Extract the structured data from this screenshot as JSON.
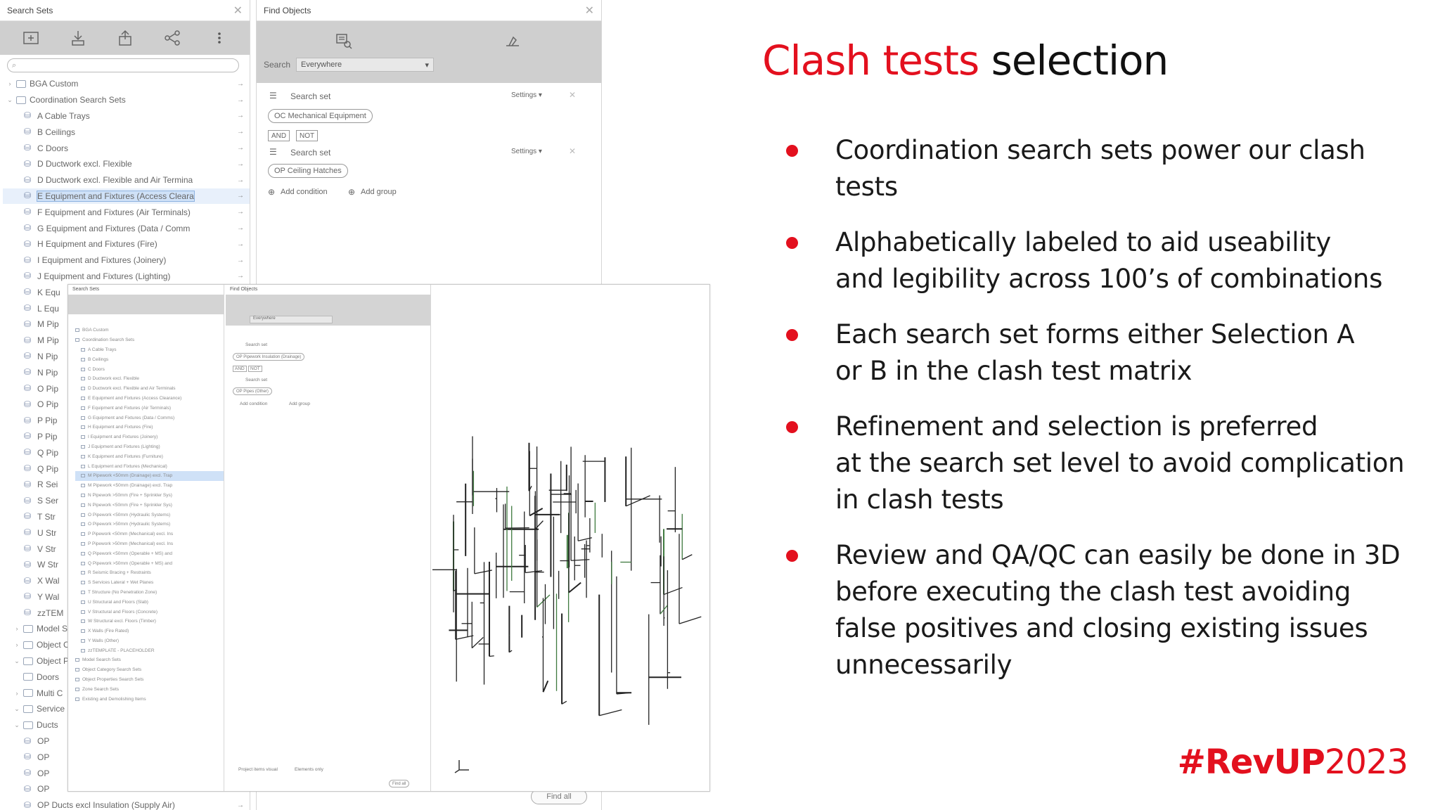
{
  "title": {
    "red": "Clash tests",
    "black": "selection"
  },
  "bullets": [
    "Coordination search sets power our clash\ntests",
    "Alphabetically labeled to aid useability\nand legibility across 100’s of combinations",
    "Each search set forms either Selection A\nor B in the clash test matrix",
    "Refinement and selection is preferred\nat the search set level to avoid complication\nin clash tests",
    "Review and QA/QC can easily be done in 3D\nbefore executing the clash test avoiding\nfalse positives and closing existing issues\nunnecessarily"
  ],
  "hashtag": {
    "bold": "#RevUP",
    "light": "2023"
  },
  "search_sets": {
    "title": "Search Sets",
    "close": "✕",
    "search_placeholder": "",
    "tree": [
      {
        "label": "BGA Custom",
        "type": "folder",
        "chev": "›"
      },
      {
        "label": "Coordination Search Sets",
        "type": "folder",
        "chev": "⌄"
      },
      {
        "label": "A Cable Trays",
        "type": "set"
      },
      {
        "label": "B Ceilings",
        "type": "set"
      },
      {
        "label": "C Doors",
        "type": "set"
      },
      {
        "label": "D Ductwork excl. Flexible",
        "type": "set"
      },
      {
        "label": "D Ductwork excl. Flexible and Air Termina",
        "type": "set"
      },
      {
        "label": "E Equipment and Fixtures (Access Cleara",
        "type": "set",
        "selected": true
      },
      {
        "label": "F Equipment and Fixtures (Air Terminals)",
        "type": "set"
      },
      {
        "label": "G Equipment and Fixtures (Data / Comm",
        "type": "set"
      },
      {
        "label": "H Equipment and Fixtures (Fire)",
        "type": "set"
      },
      {
        "label": "I Equipment and Fixtures (Joinery)",
        "type": "set"
      },
      {
        "label": "J Equipment and Fixtures (Lighting)",
        "type": "set"
      },
      {
        "label": "K Equ",
        "type": "set"
      },
      {
        "label": "L Equ",
        "type": "set"
      },
      {
        "label": "M Pip",
        "type": "set"
      },
      {
        "label": "M Pip",
        "type": "set"
      },
      {
        "label": "N Pip",
        "type": "set"
      },
      {
        "label": "N Pip",
        "type": "set"
      },
      {
        "label": "O Pip",
        "type": "set"
      },
      {
        "label": "O Pip",
        "type": "set"
      },
      {
        "label": "P Pip",
        "type": "set"
      },
      {
        "label": "P Pip",
        "type": "set"
      },
      {
        "label": "Q Pip",
        "type": "set"
      },
      {
        "label": "Q Pip",
        "type": "set"
      },
      {
        "label": "R Sei",
        "type": "set"
      },
      {
        "label": "S Ser",
        "type": "set"
      },
      {
        "label": "T Str",
        "type": "set"
      },
      {
        "label": "U Str",
        "type": "set"
      },
      {
        "label": "V Str",
        "type": "set"
      },
      {
        "label": "W Str",
        "type": "set"
      },
      {
        "label": "X Wal",
        "type": "set"
      },
      {
        "label": "Y Wal",
        "type": "set"
      },
      {
        "label": "zzTEM",
        "type": "set"
      },
      {
        "label": "Model S",
        "type": "folder",
        "chev": "›"
      },
      {
        "label": "Object C",
        "type": "folder",
        "chev": "›"
      },
      {
        "label": "Object P",
        "type": "folder",
        "chev": "⌄"
      },
      {
        "label": "Doors",
        "type": "folder"
      },
      {
        "label": "Multi C",
        "type": "folder",
        "chev": "›"
      },
      {
        "label": "Service",
        "type": "folder",
        "chev": "⌄"
      },
      {
        "label": "Ducts",
        "type": "folder",
        "chev": "⌄"
      },
      {
        "label": "OP",
        "type": "set"
      },
      {
        "label": "OP",
        "type": "set"
      },
      {
        "label": "OP",
        "type": "set"
      },
      {
        "label": "OP",
        "type": "set"
      },
      {
        "label": "OP Ducts excl Insulation (Supply Air)",
        "type": "set"
      }
    ]
  },
  "find_objects": {
    "title": "Find Objects",
    "close": "✕",
    "search_label": "Search",
    "search_value": "Everywhere",
    "cond1_label": "Search set",
    "cond1_pill": "OC Mechanical Equipment",
    "settings": "Settings ▾",
    "and": "AND",
    "not": "NOT",
    "cond2_label": "Search set",
    "cond2_pill": "OP Ceiling Hatches",
    "add_condition": "Add condition",
    "add_group": "Add group",
    "find_all": "Find all"
  },
  "inset": {
    "ss_title": "Search Sets",
    "fo_title": "Find Objects",
    "search_value": "Everywhere",
    "rows": [
      "BGA Custom",
      "Coordination Search Sets",
      "A Cable Trays",
      "B Ceilings",
      "C Doors",
      "D Ductwork excl. Flexible",
      "D Ductwork excl. Flexible and Air Terminals",
      "E Equipment and Fixtures (Access Clearance)",
      "F Equipment and Fixtures (Air Terminals)",
      "G Equipment and Fixtures (Data / Comms)",
      "H Equipment and Fixtures (Fire)",
      "I Equipment and Fixtures (Joinery)",
      "J Equipment and Fixtures (Lighting)",
      "K Equipment and Fixtures (Furniture)",
      "L Equipment and Fixtures (Mechanical)",
      "M Pipework <50mm (Drainage) excl. Trap",
      "M Pipework <50mm (Drainage) excl. Trap",
      "N Pipework >50mm (Fire + Sprinkler Sys)",
      "N Pipework <50mm (Fire + Sprinkler Sys)",
      "O Pipework <50mm (Hydraulic Systems)",
      "O Pipework >50mm (Hydraulic Systems)",
      "P Pipework <50mm (Mechanical) excl. Ins",
      "P Pipework >50mm (Mechanical) excl. Ins",
      "Q Pipework <50mm (Operable + MS) and",
      "Q Pipework >50mm (Operable + MS) and",
      "R Seismic Bracing + Restraints",
      "S Services Lateral + Wet Planes",
      "T Structure (No Penetration Zone)",
      "U Structural and Floors (Slab)",
      "V Structural and Floors (Concrete)",
      "W Structural excl. Floors (Timber)",
      "X Walls (Fire Rated)",
      "Y Walls (Other)",
      "zzTEMPLATE - PLACEHOLDER",
      "Model Search Sets",
      "Object Category Search Sets",
      "Object Properties Search Sets",
      "Zone Search Sets",
      "Existing and Demolishing Items"
    ],
    "selected_row": 15,
    "cond1": "Search set",
    "cond1_pill": "OP Pipework Insulation (Drainage)",
    "cond2": "Search set",
    "cond2_pill": "OP Pipes (Other)",
    "and": "AND",
    "not": "NOT",
    "add_condition": "Add condition",
    "add_group": "Add group",
    "foot1": "Project items visual",
    "foot2": "Elements only",
    "find_all": "Find all"
  }
}
